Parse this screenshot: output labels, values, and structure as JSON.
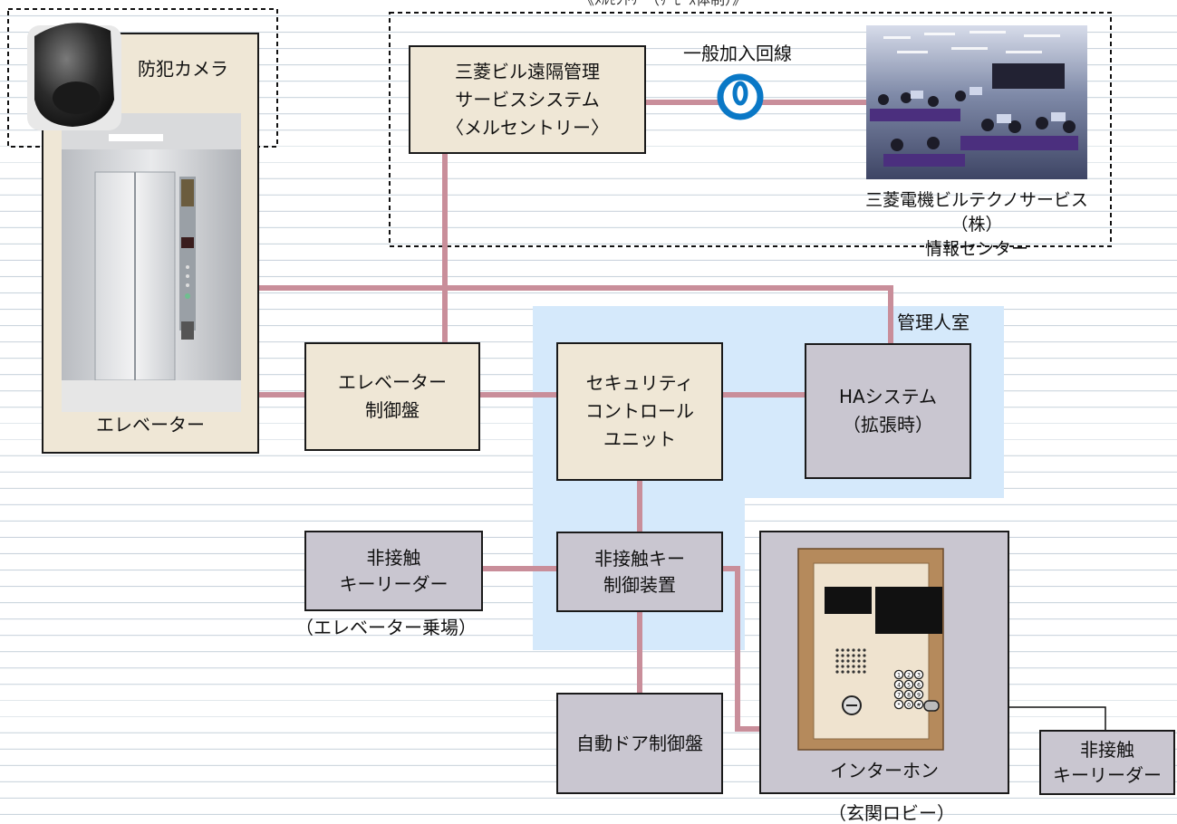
{
  "top_banner_text": "《ﾒﾙｾﾝﾄﾘｰ（ｻｰﾋﾞｽ体制）》",
  "labels": {
    "camera": "防犯カメラ",
    "elevator": "エレベーター",
    "remote_system": "三菱ビル遠隔管理\nサービスシステム\n〈メルセントリー〉",
    "public_line": "一般加入回線",
    "info_center": "三菱電機ビルテクノサービス（株）\n情報センター",
    "manager_room": "管理人室",
    "elevator_panel": "エレベーター\n制御盤",
    "security_unit": "セキュリティ\nコントロール\nユニット",
    "ha_system": "HAシステム\n（拡張時）",
    "card_reader_1": "非接触\nキーリーダー",
    "card_reader_1_location": "（エレベーター乗場）",
    "key_controller": "非接触キー\n制御装置",
    "auto_door": "自動ドア制御盤",
    "intercom": "インターホン",
    "lobby": "（玄関ロビー）",
    "card_reader_2": "非接触\nキーリーダー"
  },
  "keypad_keys": [
    "1",
    "2",
    "3",
    "4",
    "5",
    "6",
    "7",
    "8",
    "9",
    "*",
    "0",
    "#"
  ],
  "colors": {
    "connector": "#c98e9a",
    "beige_box": "#efe7d6",
    "gray_box": "#c9c6d0",
    "manager_room_area": "#d5e9fb",
    "line_icon": "#0a78c6"
  },
  "icons": [
    "security-camera-icon",
    "phone-line-icon",
    "operations-center-photo",
    "elevator-photo",
    "intercom-panel"
  ]
}
